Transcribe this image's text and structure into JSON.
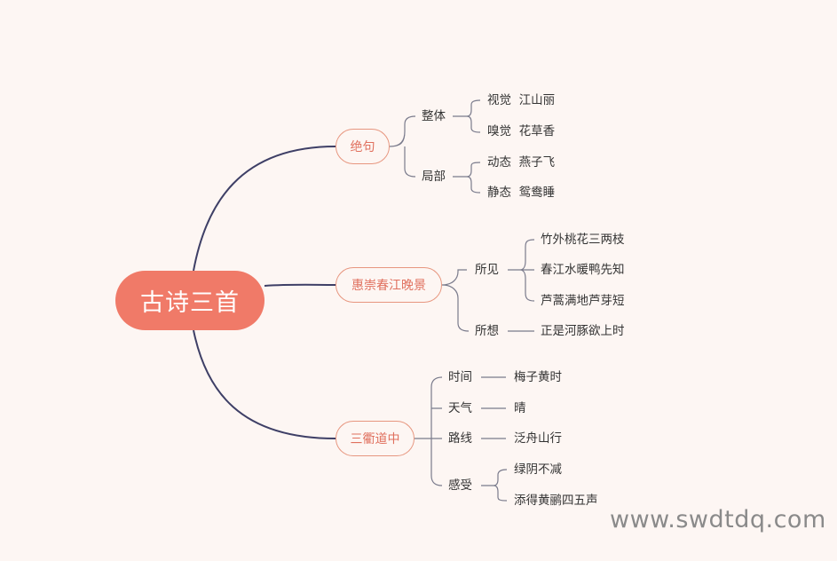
{
  "root": "古诗三首",
  "poems": [
    {
      "title": "绝句",
      "aspects": [
        {
          "label": "整体",
          "items": [
            "视觉  江山丽",
            "嗅觉  花草香"
          ]
        },
        {
          "label": "局部",
          "items": [
            "动态  燕子飞",
            "静态  鸳鸯睡"
          ]
        }
      ]
    },
    {
      "title": "惠崇春江晚景",
      "aspects": [
        {
          "label": "所见",
          "items": [
            "竹外桃花三两枝",
            "春江水暖鸭先知",
            "芦蒿满地芦芽短"
          ]
        },
        {
          "label": "所想",
          "items": [
            "正是河豚欲上时"
          ]
        }
      ]
    },
    {
      "title": "三衢道中",
      "aspects": [
        {
          "label": "时间",
          "items": [
            "梅子黄时"
          ]
        },
        {
          "label": "天气",
          "items": [
            "晴"
          ]
        },
        {
          "label": "路线",
          "items": [
            "泛舟山行"
          ]
        },
        {
          "label": "感受",
          "items": [
            "绿阴不减",
            "添得黄鹂四五声"
          ]
        }
      ]
    }
  ],
  "watermark": "www.swdtdq.com",
  "colors": {
    "root_fill": "#f07a68",
    "node_border": "#e7967f",
    "node_text": "#e0705e",
    "main_branch": "#3e3f66",
    "sub_branch": "#7a7b8c",
    "background": "#fdf6f3"
  }
}
